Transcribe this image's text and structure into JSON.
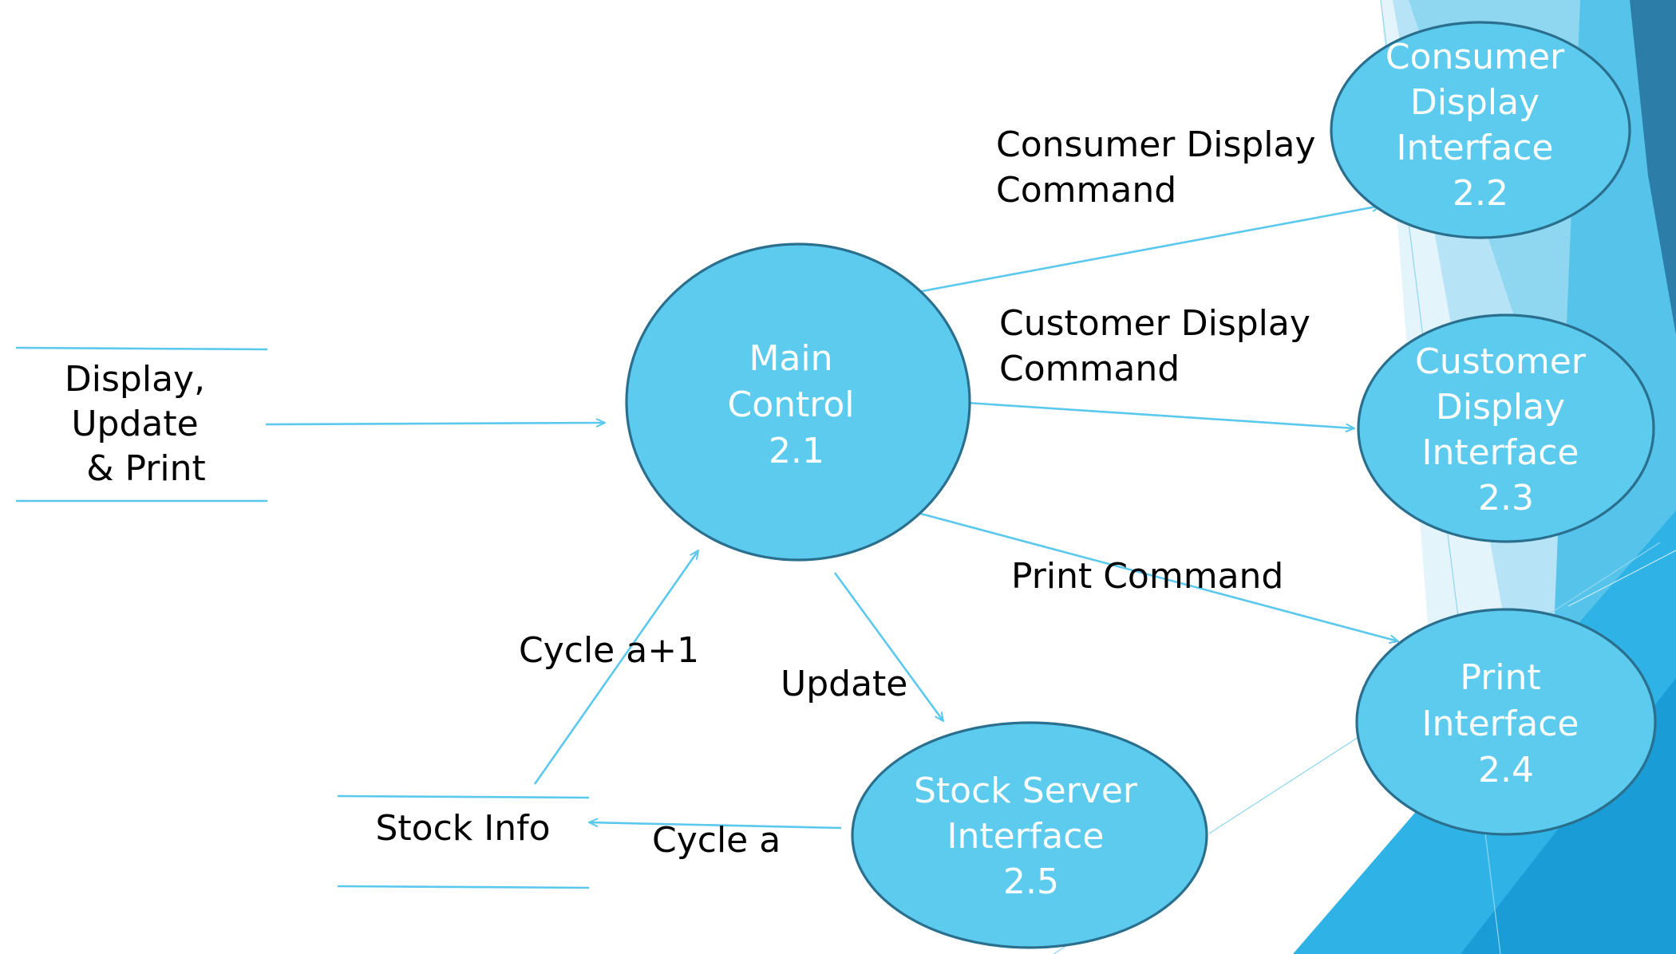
{
  "colors": {
    "node_fill": "#5ccbee",
    "node_stroke": "#2a6f8e",
    "flow_line": "#5bc8ee",
    "node_text": "#ffffff",
    "label_text": "#000000"
  },
  "processes": {
    "main_control": [
      "Main",
      "Control",
      "2.1"
    ],
    "consumer_display_interface": [
      "Consumer",
      "Display",
      "Interface",
      "2.2"
    ],
    "customer_display_interface": [
      "Customer",
      "Display",
      "Interface",
      "2.3"
    ],
    "print_interface": [
      "Print",
      "Interface",
      "2.4"
    ],
    "stock_server_interface": [
      "Stock Server",
      "Interface",
      "2.5"
    ]
  },
  "data_stores": {
    "display_update_print": [
      "Display,",
      "Update",
      " & Print"
    ],
    "stock_info": [
      "Stock Info"
    ]
  },
  "flows": {
    "consumer_display_command": [
      "Consumer Display",
      "Command"
    ],
    "customer_display_command": [
      "Customer Display",
      "Command"
    ],
    "print_command": [
      "Print Command"
    ],
    "update": [
      "Update"
    ],
    "cycle_a": [
      "Cycle a"
    ],
    "cycle_a_plus_1": [
      "Cycle a+1"
    ]
  }
}
